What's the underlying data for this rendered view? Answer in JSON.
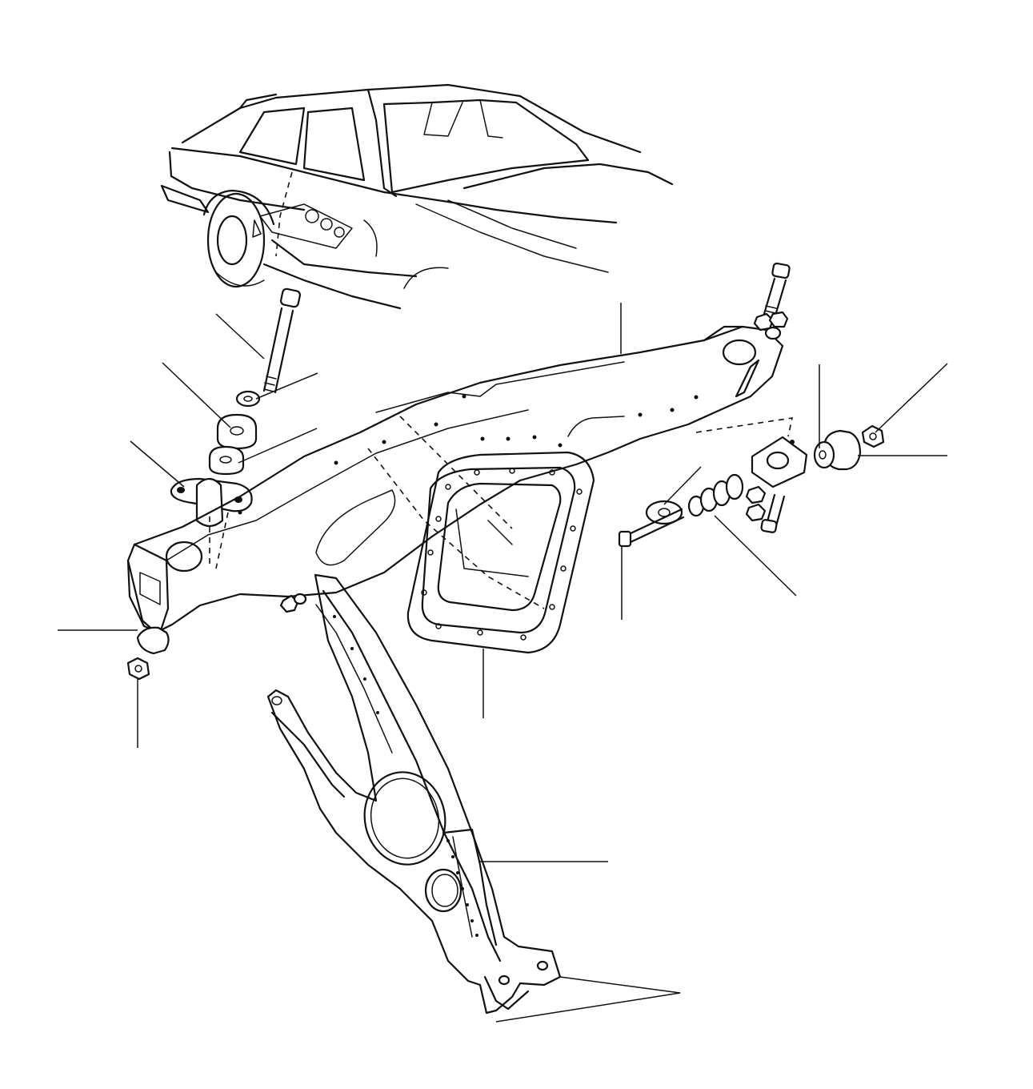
{
  "diagram": {
    "kind": "exploded-parts-illustration",
    "subject_components": [
      "car-body",
      "rear-crossmember",
      "radius-arm",
      "mounting-bolt",
      "rubber-mounting",
      "nut",
      "washer",
      "mounting-bracket",
      "differential-gasket",
      "spring-pack"
    ],
    "callout_labels": [],
    "colors": {
      "ink": "#111111",
      "background": "#ffffff"
    }
  }
}
